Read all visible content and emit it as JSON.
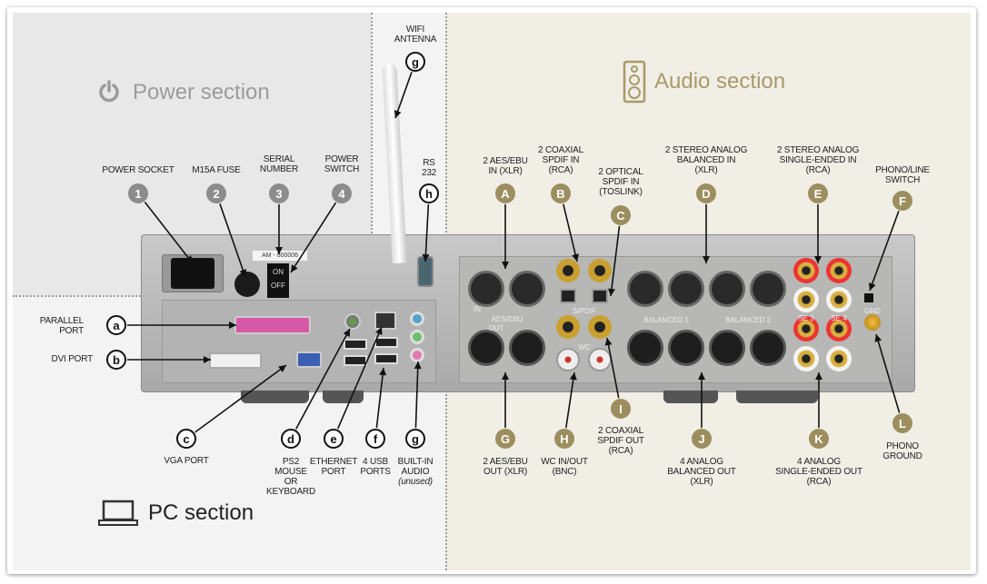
{
  "sections": {
    "power": {
      "title": "Power section",
      "icon": "power-icon"
    },
    "audio": {
      "title": "Audio section",
      "icon": "speaker-icon"
    },
    "pc": {
      "title": "PC section",
      "icon": "laptop-icon"
    }
  },
  "colors": {
    "power_badge": "#8c8c8c",
    "audio_badge": "#9c8e5e",
    "pc_badge": "#ffffff",
    "audio_bg": "#f1eee6",
    "power_bg": "#e8e8e8"
  },
  "callouts": [
    {
      "id": "1",
      "label": "POWER SOCKET",
      "group": "power"
    },
    {
      "id": "2",
      "label": "M15A FUSE",
      "group": "power"
    },
    {
      "id": "3",
      "label": "SERIAL\nNUMBER",
      "group": "power"
    },
    {
      "id": "4",
      "label": "POWER\nSWITCH",
      "group": "power"
    },
    {
      "id": "g",
      "label": "WIFI\nANTENNA",
      "group": "pc"
    },
    {
      "id": "h",
      "label": "RS\n232",
      "group": "pc"
    },
    {
      "id": "a",
      "label": "PARALLEL\nPORT",
      "group": "pc"
    },
    {
      "id": "b",
      "label": "DVI PORT",
      "group": "pc"
    },
    {
      "id": "c",
      "label": "VGA PORT",
      "group": "pc"
    },
    {
      "id": "d",
      "label": "PS2\nMOUSE\nOR\nKEYBOARD",
      "group": "pc"
    },
    {
      "id": "e",
      "label": "ETHERNET\nPORT",
      "group": "pc"
    },
    {
      "id": "f",
      "label": "4 USB\nPORTS",
      "group": "pc"
    },
    {
      "id": "g",
      "label": "BUILT-IN\nAUDIO",
      "note": "(unused)",
      "group": "pc"
    },
    {
      "id": "A",
      "label": "2 AES/EBU\nIN (XLR)",
      "group": "audio"
    },
    {
      "id": "B",
      "label": "2 COAXIAL\nSPDIF IN\n(RCA)",
      "group": "audio"
    },
    {
      "id": "C",
      "label": "2 OPTICAL\nSPDIF IN\n(TOSLINK)",
      "group": "audio"
    },
    {
      "id": "D",
      "label": "2 STEREO ANALOG\nBALANCED IN\n(XLR)",
      "group": "audio"
    },
    {
      "id": "E",
      "label": "2 STEREO ANALOG\nSINGLE-ENDED IN\n(RCA)",
      "group": "audio"
    },
    {
      "id": "F",
      "label": "PHONO/LINE\nSWITCH",
      "group": "audio"
    },
    {
      "id": "G",
      "label": "2 AES/EBU\nOUT (XLR)",
      "group": "audio"
    },
    {
      "id": "H",
      "label": "WC IN/OUT\n(BNC)",
      "group": "audio"
    },
    {
      "id": "I",
      "label": "2 COAXIAL\nSPDIF OUT\n(RCA)",
      "group": "audio"
    },
    {
      "id": "J",
      "label": "4 ANALOG\nBALANCED OUT\n(XLR)",
      "group": "audio"
    },
    {
      "id": "K",
      "label": "4 ANALOG\nSINGLE-ENDED OUT\n(RCA)",
      "group": "audio"
    },
    {
      "id": "L",
      "label": "PHONO\nGROUND",
      "group": "audio"
    }
  ],
  "panel_labels": {
    "serial": "AM - 000006",
    "switch_on": "ON",
    "switch_off": "OFF",
    "aes_ebu": "AES/EBU",
    "spdif": "S/PDIF",
    "wc": "WC",
    "balanced1": "BALANCED 1",
    "balanced2": "BALANCED 2",
    "se3": "SE 3",
    "se4": "SE 4",
    "gnd": "GND",
    "in": "IN",
    "out": "OUT"
  }
}
